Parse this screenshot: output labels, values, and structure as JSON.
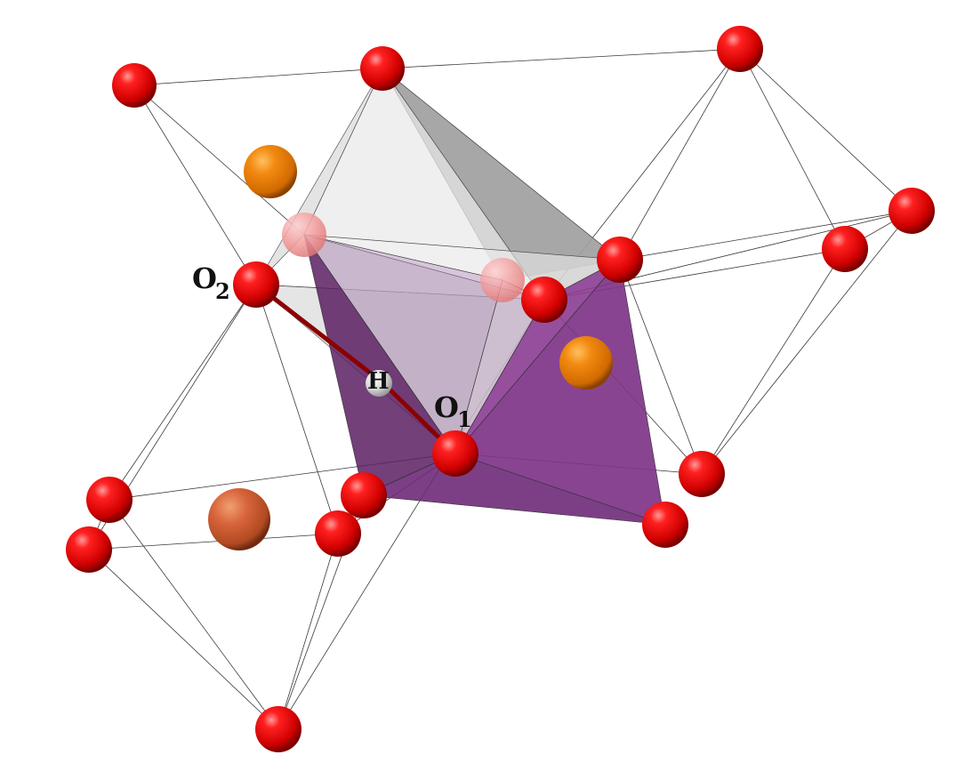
{
  "labels": {
    "o2": "O",
    "o2_sub": "2",
    "h": "H",
    "o1": "O",
    "o1_sub": "1"
  },
  "colors": {
    "oxygen": "#e00000",
    "oxygen_highlight": "#ff8080",
    "metal_orange": "#ee7a00",
    "metal_copper": "#d25a2a",
    "hydrogen": "#d9d9d9",
    "polyhedron_grey_light": "#e3e3e3",
    "polyhedron_grey_dark": "#9a9a9a",
    "polyhedron_purple": "#7a2d82",
    "bond_oh": "#8b0000",
    "edge_line": "#333333"
  },
  "icons": {
    "oxygen_atom": "red-sphere",
    "metal_atom": "orange-sphere",
    "hydrogen_atom": "white-sphere"
  }
}
